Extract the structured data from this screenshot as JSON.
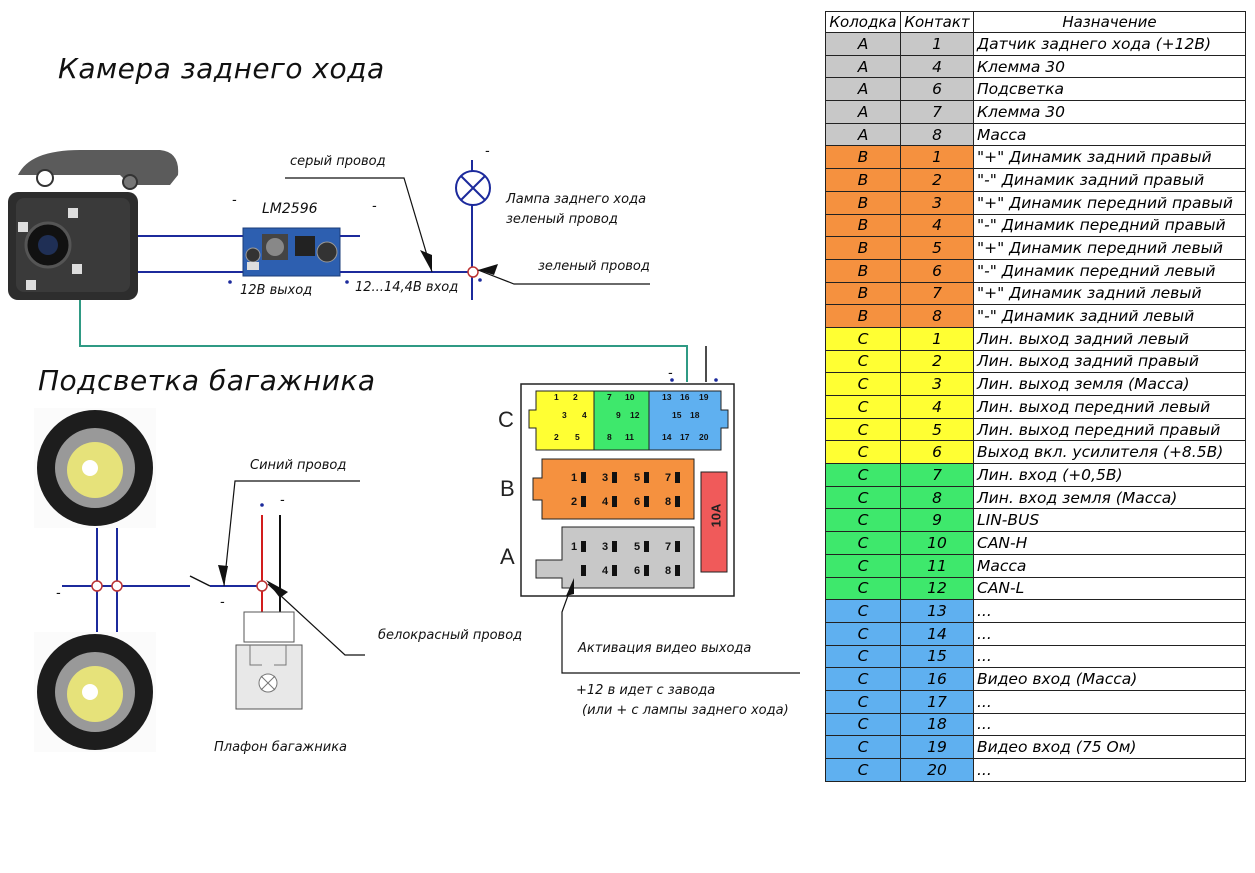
{
  "titles": {
    "camera": "Камера заднего хода",
    "trunk": "Подсветка багажника"
  },
  "labels": {
    "lm2596": "LM2596",
    "grey_wire": "серый провод",
    "lamp": "Лампа заднего хода",
    "lamp_wire": "зеленый провод",
    "green_wire": "зеленый провод",
    "out_12v": "12В выход",
    "in_12v": "12...14,4В вход",
    "blue_wire": "Синий провод",
    "white_red_wire": "белокрасный провод",
    "video_activation": "Активация   видео   выхода",
    "plus12_line1": "+12 в идет с завода",
    "plus12_line2": "(или + с лампы заднего хода)",
    "trunk_light": "Плафон багажника",
    "minus": "-",
    "fuse": "10A",
    "conn_c": "C",
    "conn_b": "B",
    "conn_a": "A"
  },
  "colors": {
    "grey": "#c8c8c8",
    "orange": "#f5913f",
    "yellow": "#ffff33",
    "green": "#3ee86c",
    "blue": "#5fb0f0",
    "fuse_red": "#f05a5a",
    "wire_blue": "#1c2a9c",
    "wire_green": "#2f9a84"
  },
  "table": {
    "headers": [
      "Колодка",
      "Контакт",
      "Назначение"
    ],
    "rows": [
      {
        "block": "A",
        "pin": "1",
        "desc": "Датчик заднего хода (+12В)",
        "color": "#c8c8c8"
      },
      {
        "block": "A",
        "pin": "4",
        "desc": "Клемма 30",
        "color": "#c8c8c8"
      },
      {
        "block": "A",
        "pin": "6",
        "desc": "Подсветка",
        "color": "#c8c8c8"
      },
      {
        "block": "A",
        "pin": "7",
        "desc": "Клемма 30",
        "color": "#c8c8c8"
      },
      {
        "block": "A",
        "pin": "8",
        "desc": "Масса",
        "color": "#c8c8c8"
      },
      {
        "block": "B",
        "pin": "1",
        "desc": "\"+\" Динамик задний правый",
        "color": "#f5913f"
      },
      {
        "block": "B",
        "pin": "2",
        "desc": "\"-\" Динамик задний правый",
        "color": "#f5913f"
      },
      {
        "block": "B",
        "pin": "3",
        "desc": "\"+\" Динамик передний правый",
        "color": "#f5913f"
      },
      {
        "block": "B",
        "pin": "4",
        "desc": "\"-\" Динамик передний правый",
        "color": "#f5913f"
      },
      {
        "block": "B",
        "pin": "5",
        "desc": "\"+\" Динамик передний левый",
        "color": "#f5913f"
      },
      {
        "block": "B",
        "pin": "6",
        "desc": "\"-\" Динамик передний левый",
        "color": "#f5913f"
      },
      {
        "block": "B",
        "pin": "7",
        "desc": "\"+\" Динамик задний левый",
        "color": "#f5913f"
      },
      {
        "block": "B",
        "pin": "8",
        "desc": "\"-\" Динамик задний левый",
        "color": "#f5913f"
      },
      {
        "block": "C",
        "pin": "1",
        "desc": "Лин. выход задний левый",
        "color": "#ffff33"
      },
      {
        "block": "C",
        "pin": "2",
        "desc": "Лин. выход задний правый",
        "color": "#ffff33"
      },
      {
        "block": "C",
        "pin": "3",
        "desc": "Лин. выход земля (Масса)",
        "color": "#ffff33"
      },
      {
        "block": "C",
        "pin": "4",
        "desc": "Лин. выход передний левый",
        "color": "#ffff33"
      },
      {
        "block": "C",
        "pin": "5",
        "desc": "Лин. выход передний правый",
        "color": "#ffff33"
      },
      {
        "block": "C",
        "pin": "6",
        "desc": "Выход вкл. усилителя (+8.5В)",
        "color": "#ffff33"
      },
      {
        "block": "C",
        "pin": "7",
        "desc": "Лин. вход (+0,5В)",
        "color": "#3ee86c"
      },
      {
        "block": "C",
        "pin": "8",
        "desc": "Лин. вход земля (Масса)",
        "color": "#3ee86c"
      },
      {
        "block": "C",
        "pin": "9",
        "desc": "LIN-BUS",
        "color": "#3ee86c"
      },
      {
        "block": "C",
        "pin": "10",
        "desc": "CAN-H",
        "color": "#3ee86c"
      },
      {
        "block": "C",
        "pin": "11",
        "desc": "Масса",
        "color": "#3ee86c"
      },
      {
        "block": "C",
        "pin": "12",
        "desc": "CAN-L",
        "color": "#3ee86c"
      },
      {
        "block": "C",
        "pin": "13",
        "desc": "...",
        "color": "#5fb0f0"
      },
      {
        "block": "C",
        "pin": "14",
        "desc": "...",
        "color": "#5fb0f0"
      },
      {
        "block": "C",
        "pin": "15",
        "desc": "...",
        "color": "#5fb0f0"
      },
      {
        "block": "C",
        "pin": "16",
        "desc": "Видео вход (Масса)",
        "color": "#5fb0f0"
      },
      {
        "block": "C",
        "pin": "17",
        "desc": "...",
        "color": "#5fb0f0"
      },
      {
        "block": "C",
        "pin": "18",
        "desc": "...",
        "color": "#5fb0f0"
      },
      {
        "block": "C",
        "pin": "19",
        "desc": "Видео вход (75 Ом)",
        "color": "#5fb0f0"
      },
      {
        "block": "C",
        "pin": "20",
        "desc": "...",
        "color": "#5fb0f0"
      }
    ]
  }
}
